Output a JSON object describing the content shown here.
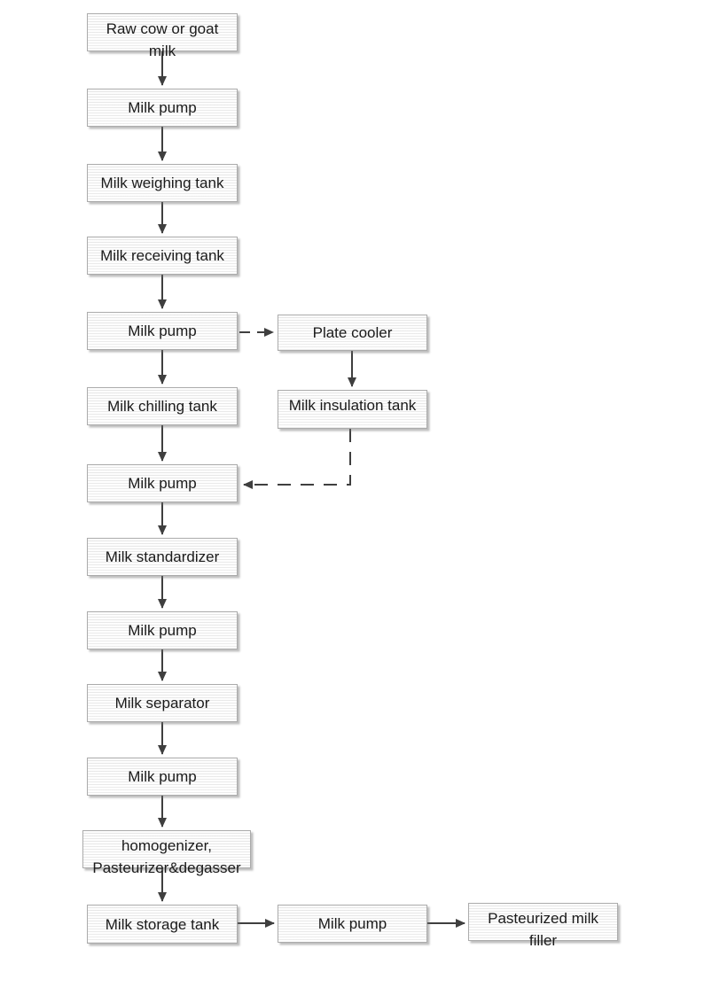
{
  "diagram": {
    "type": "flowchart",
    "nodes": [
      {
        "id": "raw-milk",
        "label": "Raw cow or goat milk"
      },
      {
        "id": "milk-pump-1",
        "label": "Milk pump"
      },
      {
        "id": "milk-weighing-tank",
        "label": "Milk weighing tank"
      },
      {
        "id": "milk-receiving-tank",
        "label": "Milk receiving tank"
      },
      {
        "id": "milk-pump-2",
        "label": "Milk pump"
      },
      {
        "id": "plate-cooler",
        "label": "Plate cooler"
      },
      {
        "id": "milk-chilling-tank",
        "label": "Milk chilling tank"
      },
      {
        "id": "milk-insulation-tank",
        "label": "Milk insulation tank"
      },
      {
        "id": "milk-pump-3",
        "label": "Milk pump"
      },
      {
        "id": "milk-standardizer",
        "label": "Milk standardizer"
      },
      {
        "id": "milk-pump-4",
        "label": "Milk pump"
      },
      {
        "id": "milk-separator",
        "label": "Milk separator"
      },
      {
        "id": "milk-pump-5",
        "label": "Milk pump"
      },
      {
        "id": "homogenizer-pasteurizer-degasser",
        "label": "homogenizer, Pasteurizer&degasser"
      },
      {
        "id": "milk-storage-tank",
        "label": "Milk storage tank"
      },
      {
        "id": "milk-pump-6",
        "label": "Milk pump"
      },
      {
        "id": "pasteurized-milk-filler",
        "label": "Pasteurized milk filler"
      }
    ],
    "edges": [
      {
        "from": "raw-milk",
        "to": "milk-pump-1",
        "style": "solid"
      },
      {
        "from": "milk-pump-1",
        "to": "milk-weighing-tank",
        "style": "solid"
      },
      {
        "from": "milk-weighing-tank",
        "to": "milk-receiving-tank",
        "style": "solid"
      },
      {
        "from": "milk-receiving-tank",
        "to": "milk-pump-2",
        "style": "solid"
      },
      {
        "from": "milk-pump-2",
        "to": "plate-cooler",
        "style": "dashed"
      },
      {
        "from": "milk-pump-2",
        "to": "milk-chilling-tank",
        "style": "solid"
      },
      {
        "from": "plate-cooler",
        "to": "milk-insulation-tank",
        "style": "solid"
      },
      {
        "from": "milk-insulation-tank",
        "to": "milk-pump-3",
        "style": "dashed"
      },
      {
        "from": "milk-chilling-tank",
        "to": "milk-pump-3",
        "style": "solid"
      },
      {
        "from": "milk-pump-3",
        "to": "milk-standardizer",
        "style": "solid"
      },
      {
        "from": "milk-standardizer",
        "to": "milk-pump-4",
        "style": "solid"
      },
      {
        "from": "milk-pump-4",
        "to": "milk-separator",
        "style": "solid"
      },
      {
        "from": "milk-separator",
        "to": "milk-pump-5",
        "style": "solid"
      },
      {
        "from": "milk-pump-5",
        "to": "homogenizer-pasteurizer-degasser",
        "style": "solid"
      },
      {
        "from": "homogenizer-pasteurizer-degasser",
        "to": "milk-storage-tank",
        "style": "solid"
      },
      {
        "from": "milk-storage-tank",
        "to": "milk-pump-6",
        "style": "solid"
      },
      {
        "from": "milk-pump-6",
        "to": "pasteurized-milk-filler",
        "style": "solid"
      }
    ],
    "colors": {
      "box_background": "#f5f5f5",
      "box_border": "#ababab",
      "text": "#1a1a1a",
      "arrow": "#3f3f3f"
    }
  }
}
